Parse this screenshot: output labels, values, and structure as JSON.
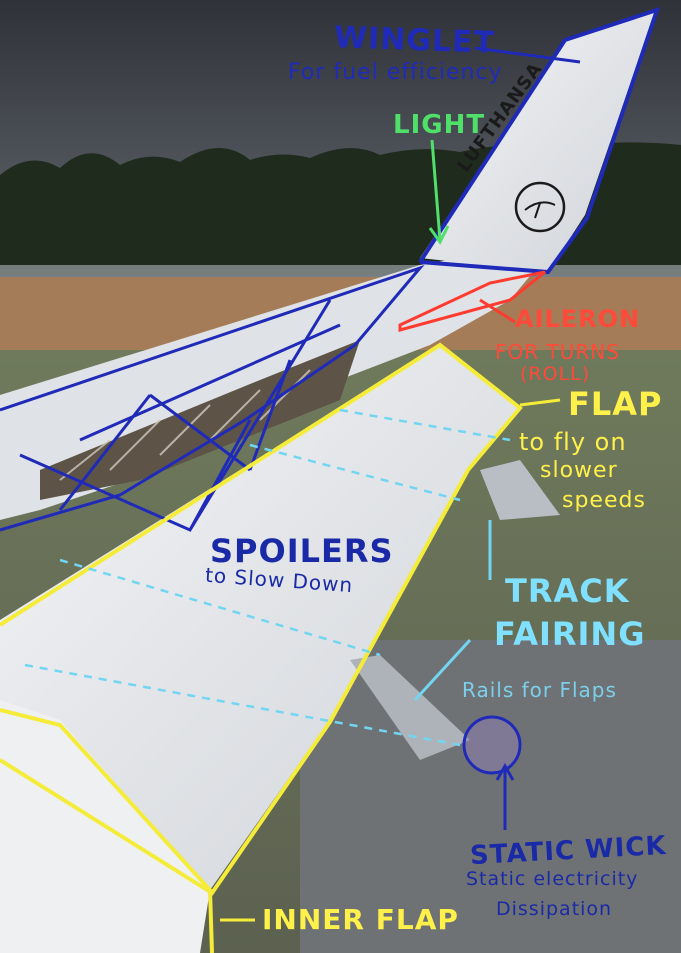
{
  "labels": {
    "winglet": "WINGLET",
    "winglet_sub": "For fuel efficiency",
    "light": "LIGHT",
    "logo_text": "LUFTHANSA",
    "aileron": "AILERON",
    "aileron_sub1": "FOR TURNS",
    "aileron_sub2": "(ROLL)",
    "flap": "FLAP",
    "flap_sub1": "to fly on",
    "flap_sub2": "slower",
    "flap_sub3": "speeds",
    "spoilers": "SPOILERS",
    "spoilers_sub": "to Slow Down",
    "track1": "TRACK",
    "track2": "FAIRING",
    "track_sub": "Rails for Flaps",
    "wick1": "STATIC WICK",
    "wick2": "Static electricity",
    "wick3": "Dissipation",
    "inner_flap": "INNER FLAP"
  },
  "colors": {
    "sky": "#3b3f46",
    "trees": "#1e2a1c",
    "field": "#a07a56",
    "wing": "#e7e9ec",
    "blue": "#1f2bb8",
    "yellow": "#f5ec3a",
    "red": "#ff3b2f",
    "green": "#4fe06a",
    "cyan": "#72d6f2"
  }
}
